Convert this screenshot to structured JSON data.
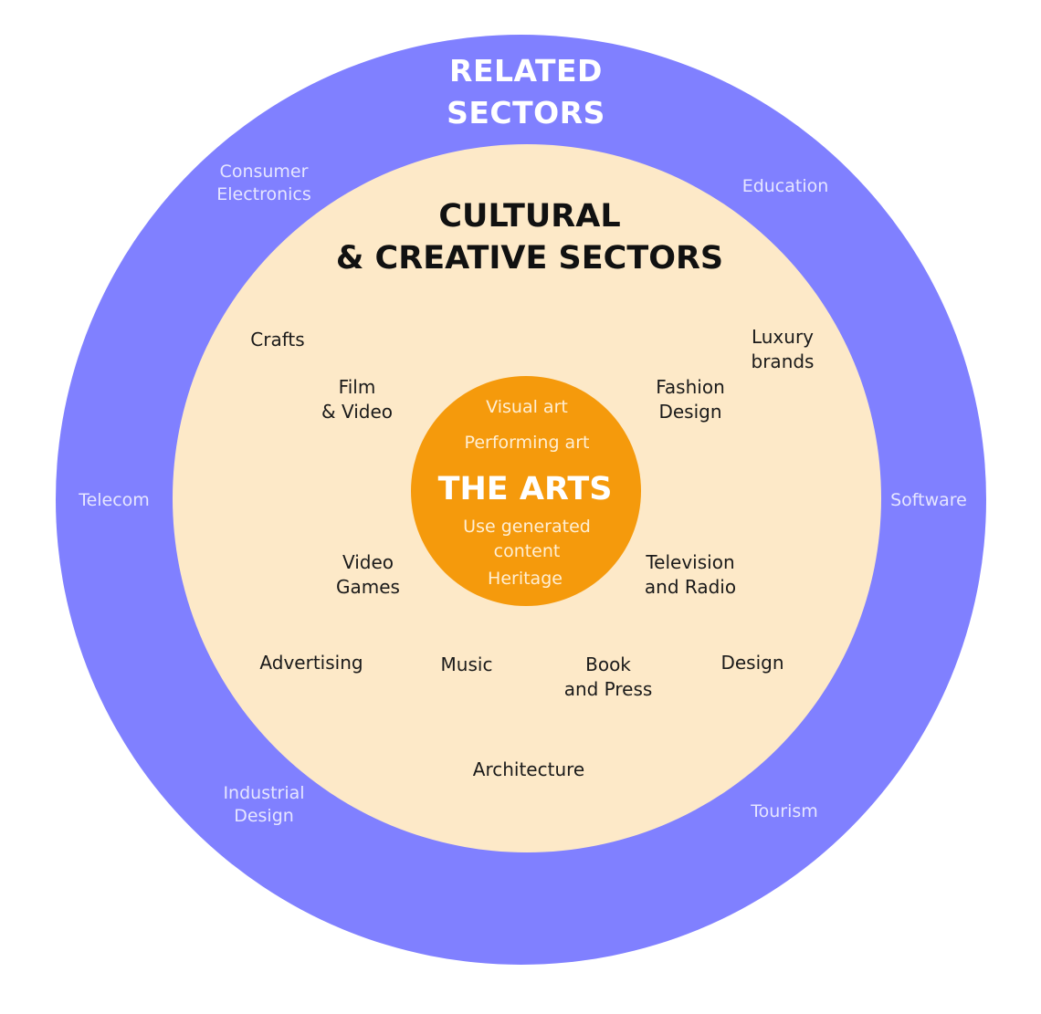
{
  "colors": {
    "related_ring": "#8080FF",
    "cultural_ring": "#FDE9C8",
    "arts_core": "#F59A0C",
    "related_text": "#FFFFFF",
    "related_item_text": "#E6E6FF",
    "cultural_text": "#111111",
    "core_text": "#FFFFFF",
    "core_item_text": "#FFEFD4"
  },
  "related": {
    "title": "RELATED\nSECTORS",
    "items": [
      "Consumer\nElectronics",
      "Education",
      "Telecom",
      "Software",
      "Industrial\nDesign",
      "Tourism"
    ]
  },
  "cultural": {
    "title": "CULTURAL\n& CREATIVE SECTORS",
    "items": [
      "Crafts",
      "Luxury\nbrands",
      "Film\n& Video",
      "Fashion\nDesign",
      "Video\nGames",
      "Television\nand Radio",
      "Advertising",
      "Music",
      "Book\nand Press",
      "Design",
      "Architecture"
    ]
  },
  "arts": {
    "title": "THE ARTS",
    "items": [
      "Visual art",
      "Performing art",
      "Use generated\ncontent",
      "Heritage"
    ]
  }
}
